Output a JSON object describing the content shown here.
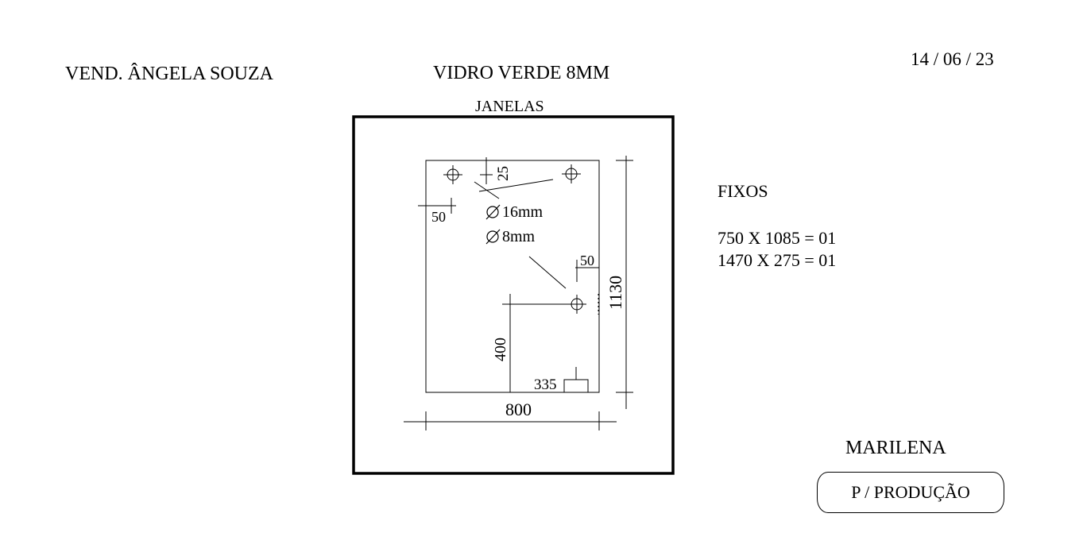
{
  "header": {
    "vendor": "VEND. ÂNGELA SOUZA",
    "glass": "VIDRO VERDE 8MM",
    "date": "14 / 06 / 23"
  },
  "drawing": {
    "section_label": "JANELAS",
    "dims": {
      "width": "800",
      "height": "1130",
      "hole_offset_side": "50",
      "hole_offset_top": "25",
      "hole_offset_right": "50",
      "cut_height": "400",
      "cut_width": "335"
    },
    "hole_large": "16mm",
    "hole_small": "8mm"
  },
  "fixos": {
    "title": "FIXOS",
    "items": [
      "750 X 1085 = 01",
      "1470 X 275 = 01"
    ]
  },
  "footer": {
    "client": "MARILENA",
    "status_button": "P / PRODUÇÃO"
  }
}
